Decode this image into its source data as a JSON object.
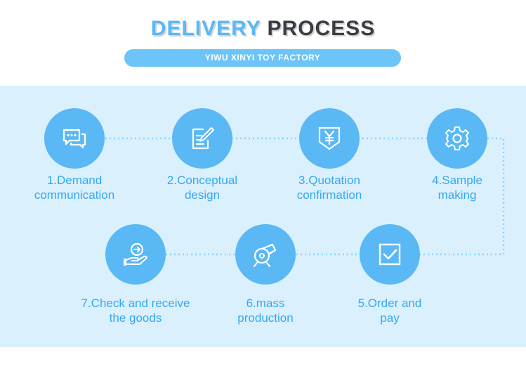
{
  "header": {
    "title_part1": "DELIVERY",
    "title_part2": "PROCESS",
    "subtitle": "YIWU XINYI TOY FACTORY"
  },
  "steps": [
    {
      "label_line1": "1.Demand",
      "label_line2": "communication",
      "icon": "chat-bubbles-icon"
    },
    {
      "label_line1": "2.Conceptual",
      "label_line2": "design",
      "icon": "edit-document-icon"
    },
    {
      "label_line1": "3.Quotation",
      "label_line2": "confirmation",
      "icon": "yen-quote-icon"
    },
    {
      "label_line1": "4.Sample",
      "label_line2": "making",
      "icon": "gear-icon"
    },
    {
      "label_line1": "5.Order and",
      "label_line2": "pay",
      "icon": "checkbox-icon"
    },
    {
      "label_line1": "6.mass",
      "label_line2": "production",
      "icon": "tape-measure-icon"
    },
    {
      "label_line1": "7.Check and receive",
      "label_line2": "the goods",
      "icon": "hand-receive-icon"
    }
  ],
  "colors": {
    "accent": "#5ab8f5",
    "panel": "#daf0fd",
    "label": "#35a8f3",
    "title_dark": "#3b3d40"
  }
}
